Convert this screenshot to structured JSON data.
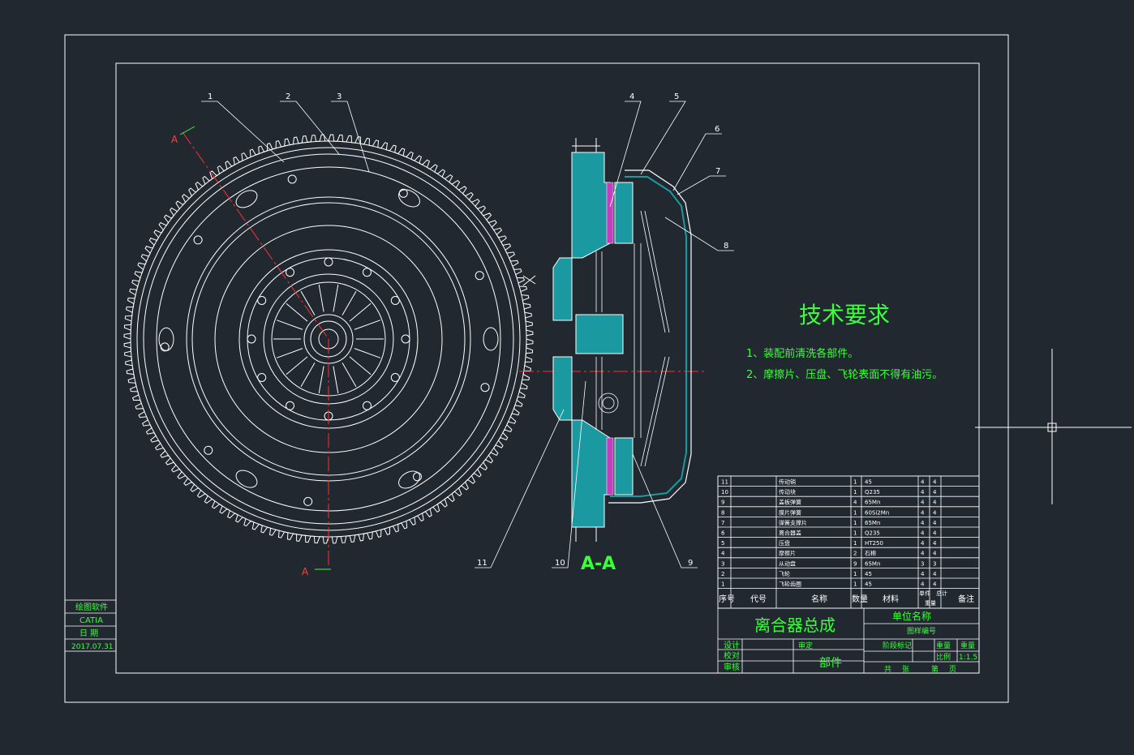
{
  "colors": {
    "background": "#212830",
    "line_white": "#ffffff",
    "text_green": "#3cff3c",
    "hatch_cyan": "#1a9aa0",
    "friction_magenta": "#c040c0",
    "centerline_red": "#ff3030"
  },
  "section": {
    "marker_top": "A",
    "marker_bottom": "A",
    "view_label": "A-A"
  },
  "balloons": [
    "1",
    "2",
    "3",
    "4",
    "5",
    "6",
    "7",
    "8",
    "9",
    "10",
    "11"
  ],
  "tech": {
    "title": "技术要求",
    "note1": "1、装配前清洗各部件。",
    "note2": "2、摩擦片、压盘、飞轮表面不得有油污。"
  },
  "bom": {
    "rows": [
      {
        "no": "11",
        "name": "传动销",
        "qty": "1",
        "material": "45",
        "w1": "4",
        "w2": "4"
      },
      {
        "no": "10",
        "name": "传动块",
        "qty": "1",
        "material": "Q235",
        "w1": "4",
        "w2": "4"
      },
      {
        "no": "9",
        "name": "盖板弹簧",
        "qty": "4",
        "material": "65Mn",
        "w1": "4",
        "w2": "4"
      },
      {
        "no": "8",
        "name": "膜片弹簧",
        "qty": "1",
        "material": "60Si2Mn",
        "w1": "4",
        "w2": "4"
      },
      {
        "no": "7",
        "name": "弹簧支撑片",
        "qty": "1",
        "material": "65Mn",
        "w1": "4",
        "w2": "4"
      },
      {
        "no": "6",
        "name": "离合器盖",
        "qty": "1",
        "material": "Q235",
        "w1": "4",
        "w2": "4"
      },
      {
        "no": "5",
        "name": "压盘",
        "qty": "1",
        "material": "HT250",
        "w1": "4",
        "w2": "4"
      },
      {
        "no": "4",
        "name": "摩擦片",
        "qty": "2",
        "material": "石棉",
        "w1": "4",
        "w2": "4"
      },
      {
        "no": "3",
        "name": "从动盘",
        "qty": "9",
        "material": "65Mn",
        "w1": "3",
        "w2": "3"
      },
      {
        "no": "2",
        "name": "飞轮",
        "qty": "1",
        "material": "45",
        "w1": "4",
        "w2": "4"
      },
      {
        "no": "1",
        "name": "飞轮齿圈",
        "qty": "1",
        "material": "45",
        "w1": "4",
        "w2": "4"
      }
    ],
    "header": {
      "no": "序号",
      "code": "代号",
      "name": "名称",
      "qty": "数量",
      "material": "材料",
      "single": "单件",
      "total": "总计",
      "weight": "重量",
      "remark": "备注"
    }
  },
  "title_block": {
    "drawing_name": "离合器总成",
    "unit_name": "单位名称",
    "drawing_number": "图样编号",
    "design": "设计",
    "check": "校对",
    "audit": "审核",
    "approve": "审定",
    "part_type": "部件",
    "stage": "阶段标记",
    "weight": "重量",
    "scale_label": "比例",
    "weight_label": "重量",
    "scale": "1:1.5",
    "total_sheets": "共",
    "sheet_unit": "张",
    "sheet_no": "第",
    "page": "页"
  },
  "side_block": {
    "software_label": "绘图软件",
    "software": "CATIA",
    "date_label": "日 期",
    "date": "2017.07.31"
  }
}
